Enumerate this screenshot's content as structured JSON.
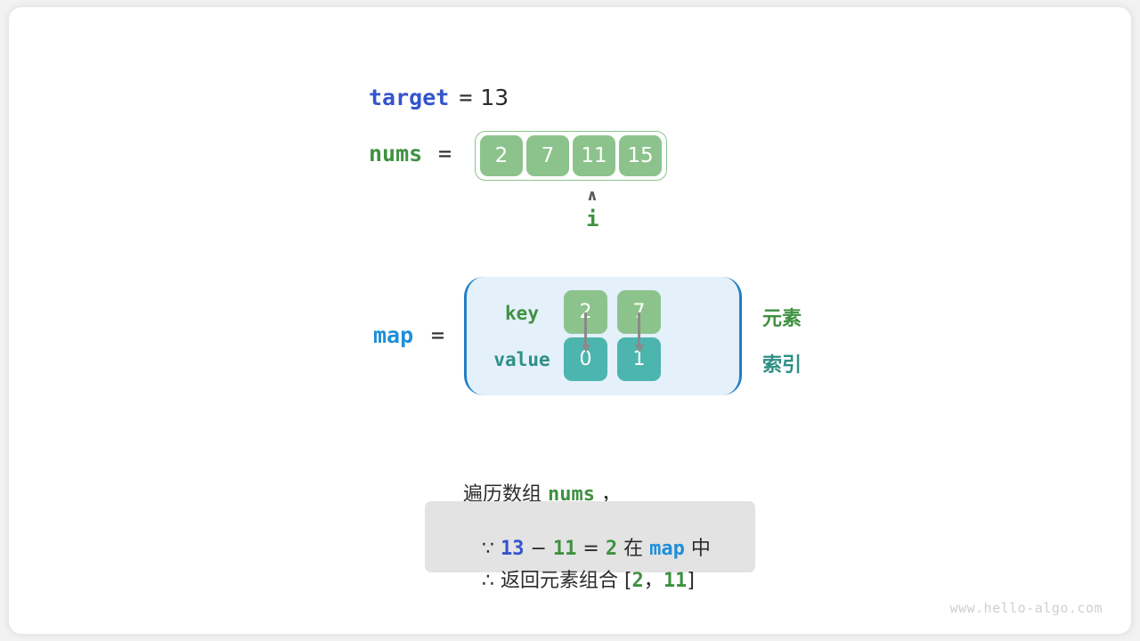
{
  "problem": {
    "target_var": "target",
    "target_eq": "=",
    "target_value": "13",
    "nums_var": "nums",
    "nums_eq": "=",
    "nums_values": [
      "2",
      "7",
      "11",
      "15"
    ]
  },
  "pointer": {
    "caret_glyph": "∧",
    "label": "i",
    "points_to_index": 2
  },
  "map": {
    "map_var": "map",
    "map_eq": "=",
    "key_row_label": "key",
    "value_row_label": "value",
    "entries": [
      {
        "key": "2",
        "value": "0"
      },
      {
        "key": "7",
        "value": "1"
      }
    ],
    "legend_element": "元素",
    "legend_index": "索引"
  },
  "caption": {
    "traverse_prefix": "遍历数组 ",
    "traverse_code": "nums",
    "traverse_suffix": " ，",
    "conclusion_line_1": {
      "because_symbol": "∵",
      "a": "13",
      "minus": "−",
      "b": "11",
      "equals": "=",
      "result": "2",
      "in_text": "在",
      "map_name": "map",
      "tail_text": "中"
    },
    "conclusion_line_2": {
      "therefore_symbol": "∴",
      "text": "返回元素组合 [",
      "pair_a": "2",
      "separator": "，",
      "pair_b": "11",
      "close": "]"
    }
  },
  "watermark": "www.hello-algo.com",
  "colors": {
    "array_cell": "#8cc38c",
    "value_cell": "#4cb5ae",
    "map_box_fill": "#e4f0fa",
    "map_box_border": "#1f7fc4",
    "target_blue": "#3355cc",
    "map_blue": "#1f8fd8",
    "green": "#3f9141",
    "teal": "#2e8f86",
    "conclusion_box": "#e3e3e3"
  }
}
